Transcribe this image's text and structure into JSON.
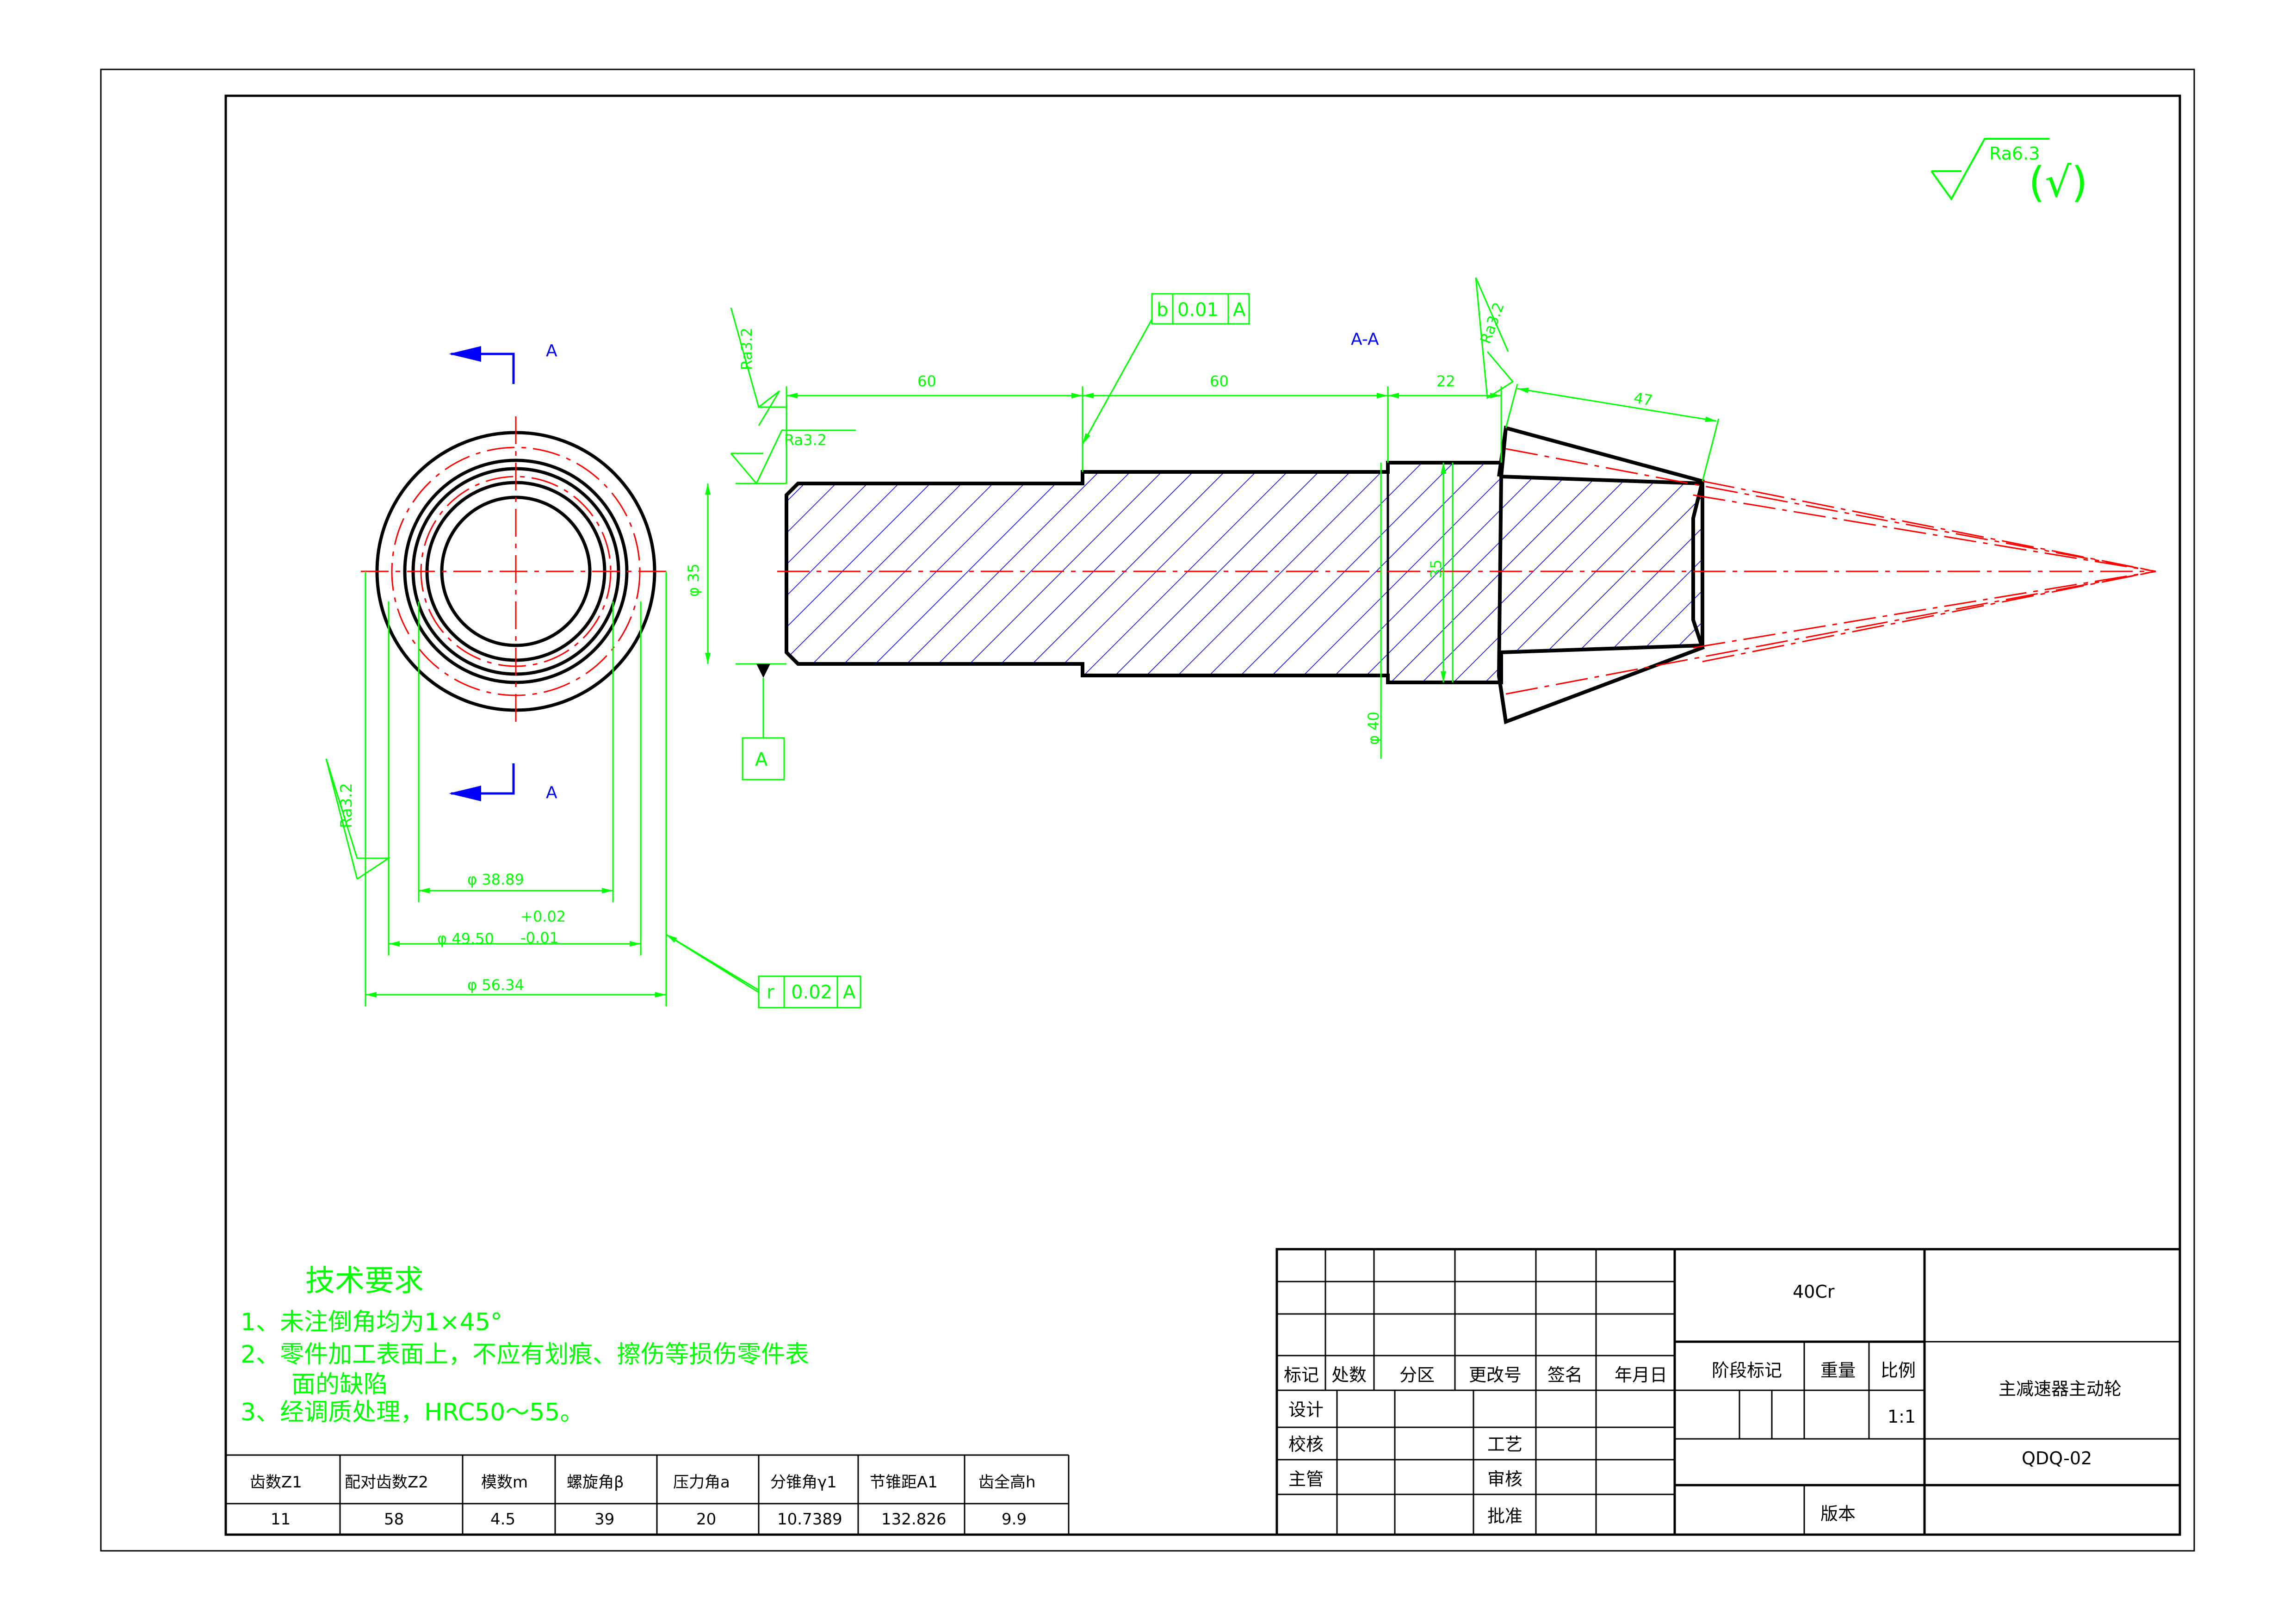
{
  "roughness": {
    "global": "Ra6.3",
    "global_mark": "(√)",
    "face_left_outer": "Ra3.2",
    "face_left_inner": "Ra3.2",
    "cone_face": "Ra3.2",
    "end_view": "Ra3.2"
  },
  "section": {
    "letter_top": "A",
    "letter_bottom": "A",
    "title": "A-A"
  },
  "dimensions": {
    "len1": "60",
    "len2": "60",
    "len3": "22",
    "len4": "47",
    "dia_shaft": "φ 35",
    "dia_journal": "φ 40",
    "dia_inner_mark": "35",
    "dia1": "φ 38.89",
    "dia2": "φ 49.50",
    "tol_upper": "+0.02",
    "tol_lower": "-0.01",
    "dia3": "φ 56.34"
  },
  "datum": {
    "label": "A"
  },
  "tolerance_frames": {
    "runout1": [
      "b",
      "0.01",
      "A"
    ],
    "runout2": [
      "r",
      "0.02",
      "A"
    ]
  },
  "tech_requirements": {
    "title": "技术要求",
    "item1": "1、未注倒角均为1×45°",
    "item2a": "2、零件加工表面上，不应有划痕、擦伤等损伤零件表",
    "item2b": "面的缺陷",
    "item3": "3、经调质处理，HRC50～55。"
  },
  "gear_params": {
    "headers": [
      "齿数Z1",
      "配对齿数Z2",
      "模数m",
      "螺旋角β",
      "压力角a",
      "分锥角γ1",
      "节锥距A1",
      "齿全高h"
    ],
    "values": [
      "11",
      "58",
      "4.5",
      "39",
      "20",
      "10.7389",
      "132.826",
      "9.9"
    ]
  },
  "title_block": {
    "material": "40Cr",
    "part_name": "主减速器主动轮",
    "drawing_no": "QDQ-02",
    "scale": "1:1",
    "rev_headers": [
      "标记",
      "处数",
      "分区",
      "更改号",
      "签名",
      "年月日"
    ],
    "stage_mark": "阶段标记",
    "weight": "重量",
    "scale_label": "比例",
    "design": "设计",
    "check": "校核",
    "supervisor": "主管",
    "process": "工艺",
    "review": "审核",
    "approve": "批准",
    "version": "版本"
  },
  "colors": {
    "outline": "#000000",
    "dimension": "#00ff00",
    "hatch": "#0000ff",
    "centerline": "#ff0000"
  }
}
